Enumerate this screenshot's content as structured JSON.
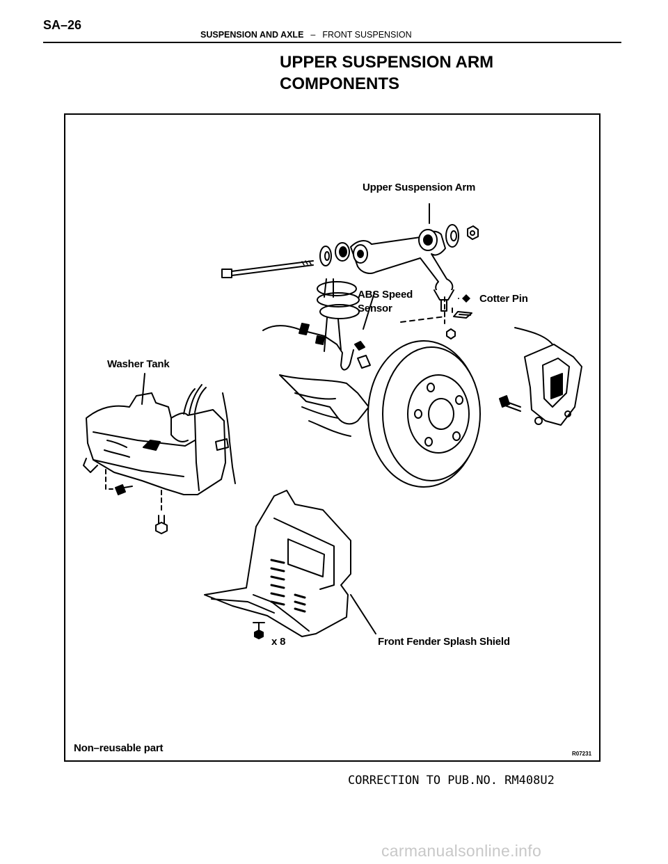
{
  "page": {
    "number": "SA–26",
    "section_main": "SUSPENSION AND AXLE",
    "section_separator": "–",
    "section_sub": "FRONT SUSPENSION",
    "title_line1": "UPPER SUSPENSION ARM",
    "title_line2": "COMPONENTS"
  },
  "figure": {
    "labels": {
      "upper_arm": "Upper Suspension Arm",
      "abs_line1": "ABS Speed",
      "abs_line2": "Sensor",
      "cotter_pin": "Cotter Pin",
      "washer_tank": "Washer Tank",
      "quantity": "x 8",
      "splash_shield": "Front Fender Splash Shield",
      "legend": "Non–reusable part",
      "figure_id": "R07231"
    },
    "legend_symbol": "diamond-icon"
  },
  "footer": {
    "correction": "CORRECTION TO PUB.NO. RM408U2"
  },
  "watermark": "carmanualsonline.info"
}
